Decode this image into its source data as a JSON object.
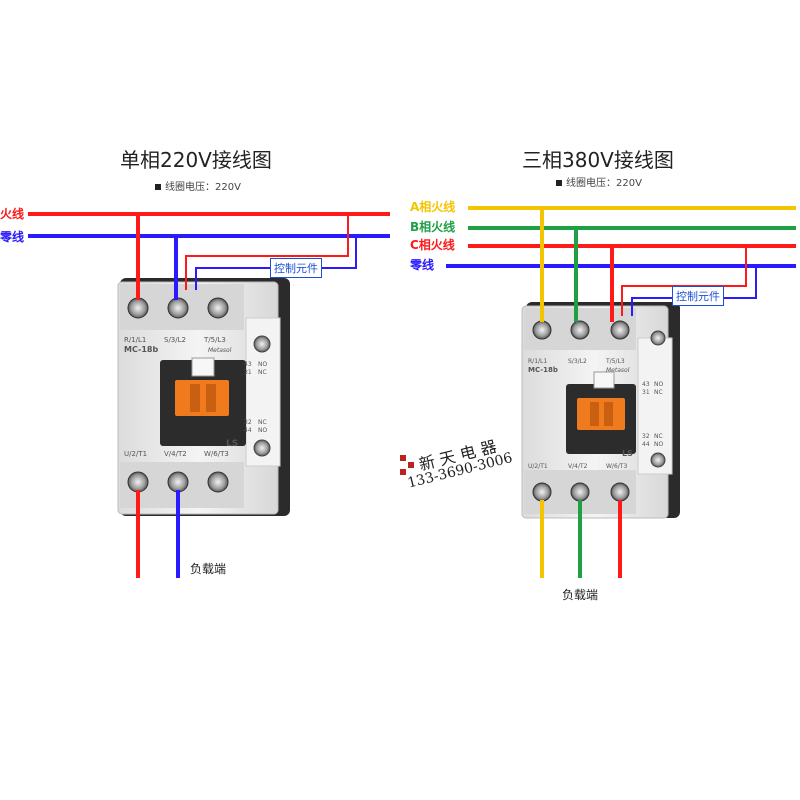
{
  "colors": {
    "red": "#ff1a1a",
    "blue": "#2a1aff",
    "yellow": "#f5c400",
    "green": "#1fa045",
    "control_blue": "#1e4fd8"
  },
  "left": {
    "title": "单相220V接线图",
    "coil_note": "线圈电压：220V",
    "lines": [
      {
        "label": "火线",
        "color": "#ff1a1a"
      },
      {
        "label": "零线",
        "color": "#2a1aff"
      }
    ],
    "control_label": "控制元件",
    "load_label": "负载端"
  },
  "right": {
    "title": "三相380V接线图",
    "coil_note": "线圈电压：220V",
    "lines": [
      {
        "label": "A相火线",
        "color": "#f5c400"
      },
      {
        "label": "B相火线",
        "color": "#1fa045"
      },
      {
        "label": "C相火线",
        "color": "#ff1a1a"
      },
      {
        "label": "零线",
        "color": "#2a1aff"
      }
    ],
    "control_label": "控制元件",
    "load_label": "负载端"
  },
  "contactor": {
    "model": "MC-18b",
    "brand": "Metasol",
    "top_terminals": [
      "R/1/L1",
      "S/3/L2",
      "T/5/L3"
    ],
    "bottom_terminals": [
      "U/2/T1",
      "V/4/T2",
      "W/6/T3"
    ],
    "aux_top": [
      "43",
      "31",
      "NO",
      "NC"
    ],
    "aux_bottom": [
      "32",
      "44",
      "NC",
      "NO"
    ],
    "logo": "LS"
  },
  "stamp": {
    "name": "新 天 电 器",
    "phone": "133-3690-3006"
  }
}
